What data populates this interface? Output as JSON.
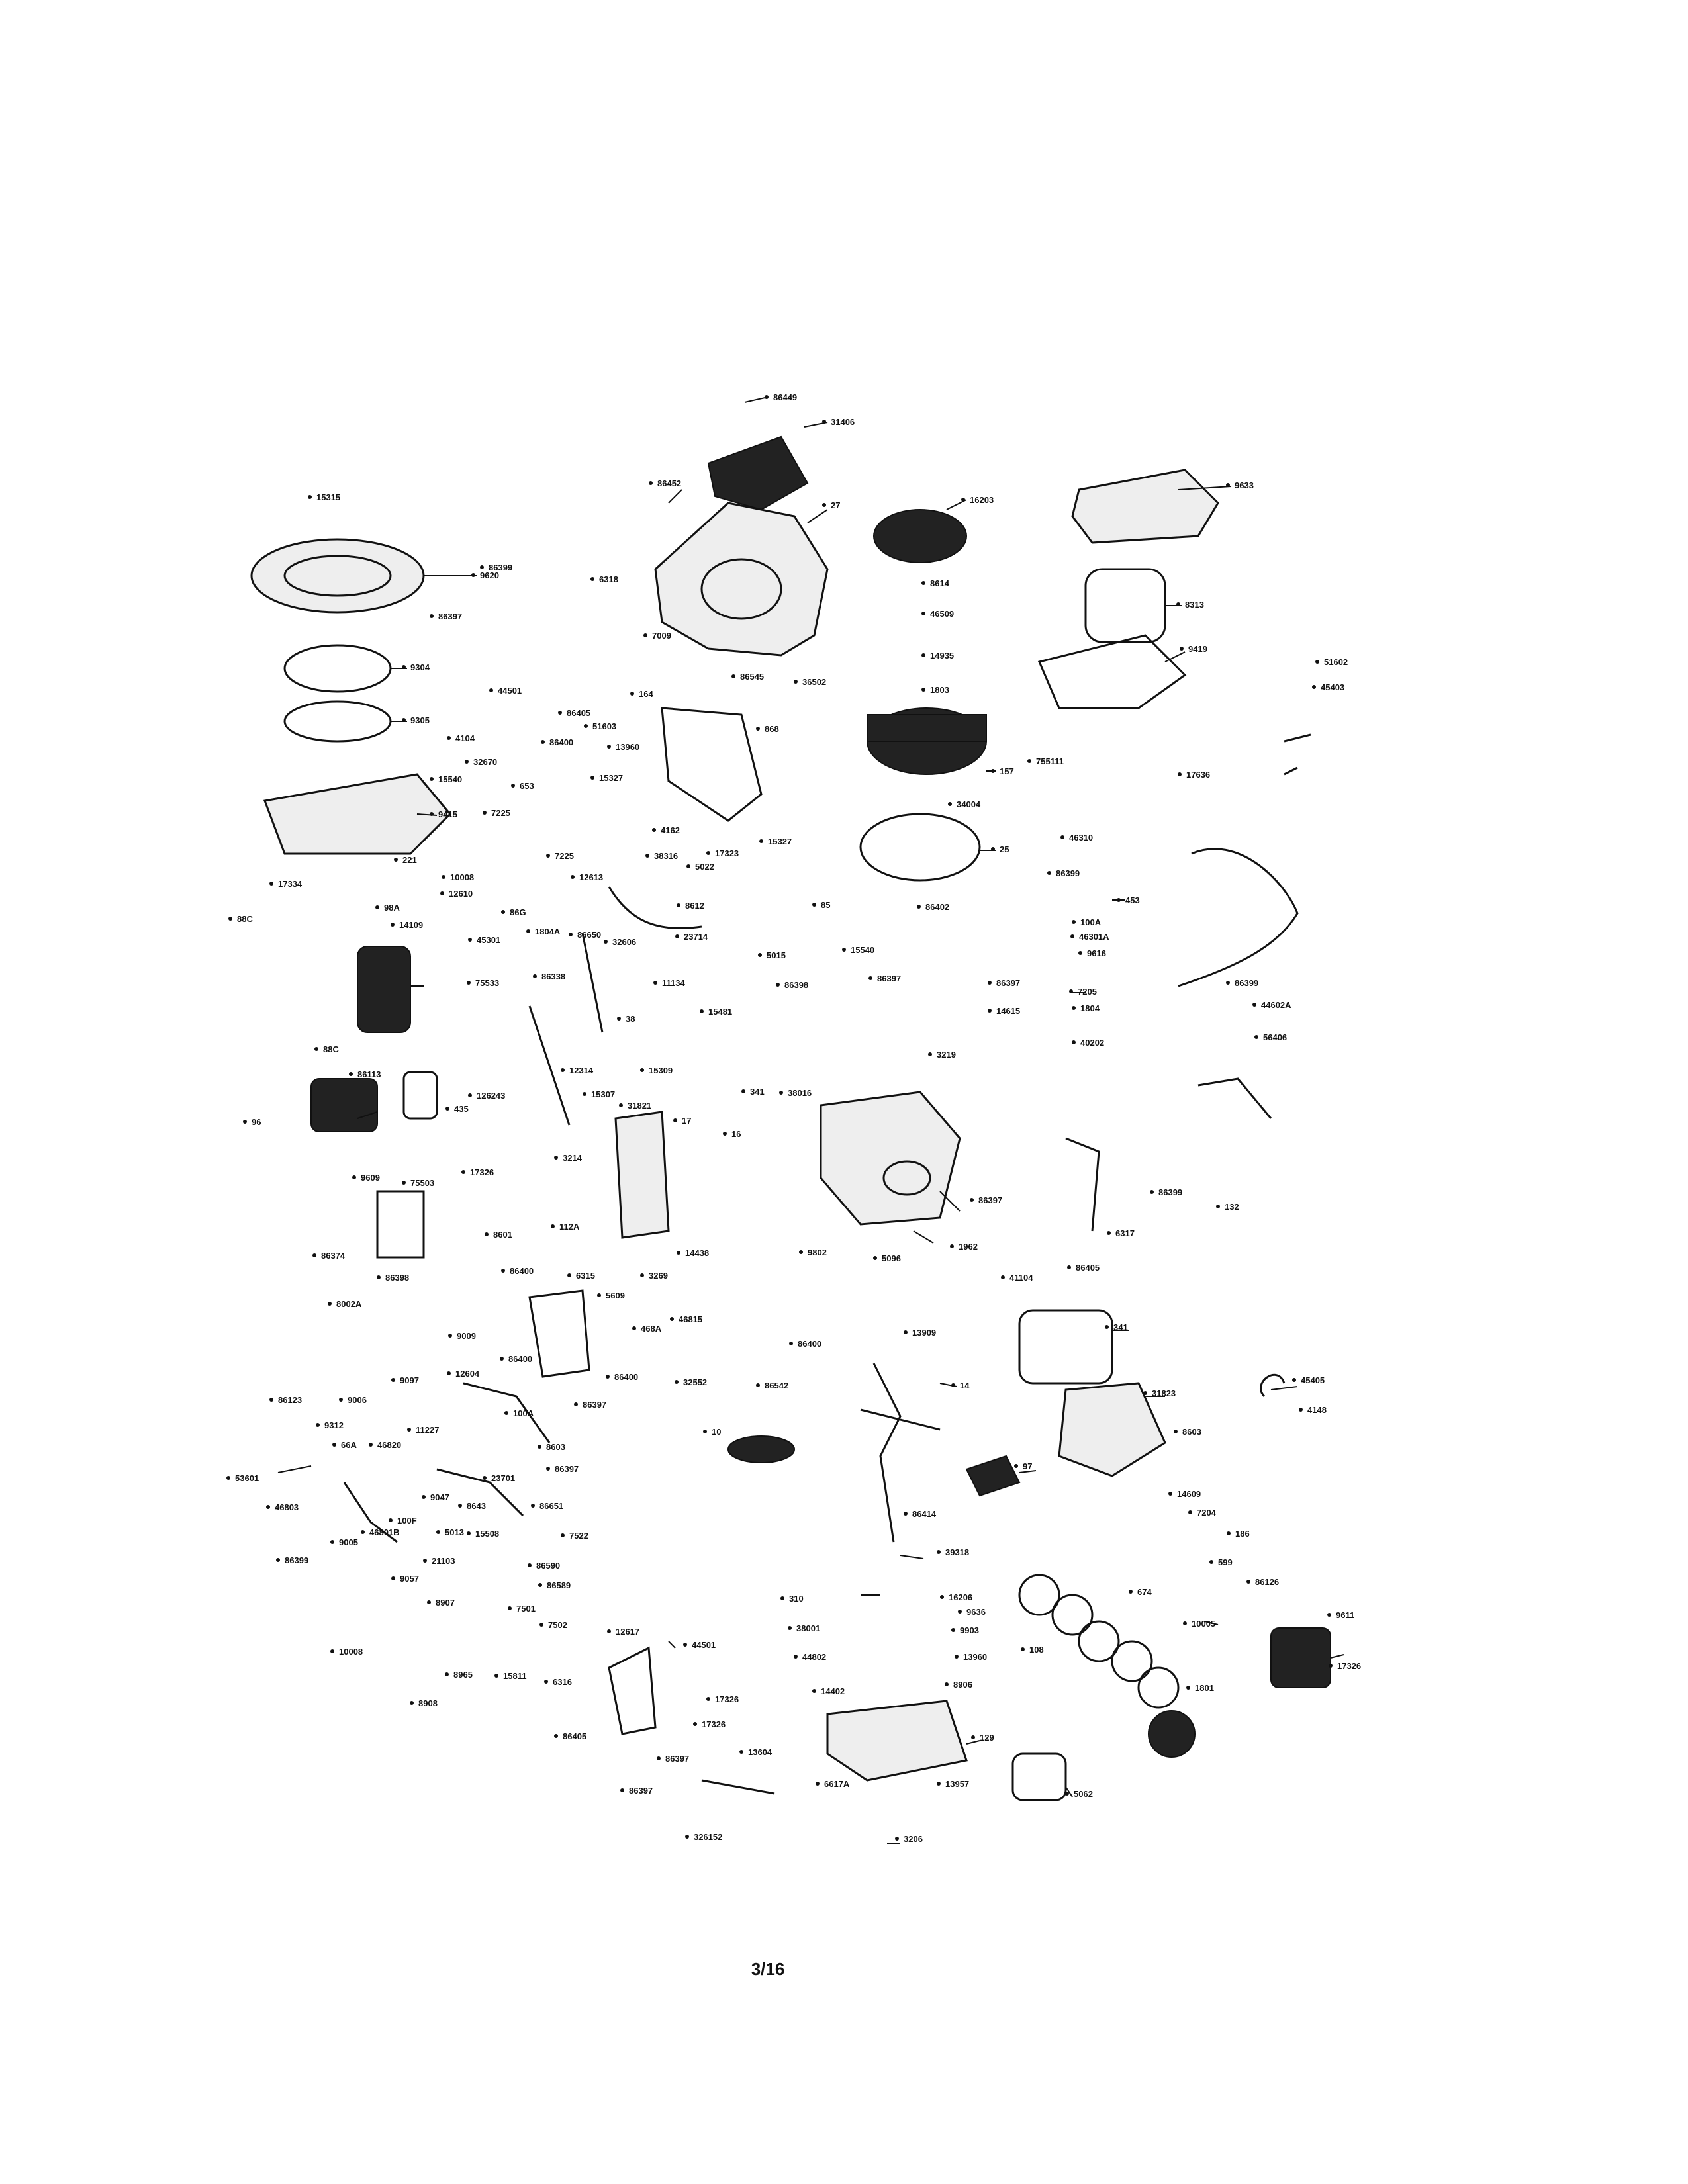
{
  "page_number": "3/16",
  "parts": [
    {
      "id": "p-86449",
      "label": "86449"
    },
    {
      "id": "p-31406",
      "label": "31406"
    },
    {
      "id": "p-86452",
      "label": "86452"
    },
    {
      "id": "p-27",
      "label": "27"
    },
    {
      "id": "p-16203",
      "label": "16203"
    },
    {
      "id": "p-9633",
      "label": "9633"
    },
    {
      "id": "p-15315",
      "label": "15315"
    },
    {
      "id": "p-9620",
      "label": "9620"
    },
    {
      "id": "p-86399-a",
      "label": "86399"
    },
    {
      "id": "p-6318",
      "label": "6318"
    },
    {
      "id": "p-8614",
      "label": "8614"
    },
    {
      "id": "p-8313",
      "label": "8313"
    },
    {
      "id": "p-86397-a",
      "label": "86397"
    },
    {
      "id": "p-46509",
      "label": "46509"
    },
    {
      "id": "p-9304",
      "label": "9304"
    },
    {
      "id": "p-7009",
      "label": "7009"
    },
    {
      "id": "p-14935",
      "label": "14935"
    },
    {
      "id": "p-9419",
      "label": "9419"
    },
    {
      "id": "p-51602",
      "label": "51602"
    },
    {
      "id": "p-44501-a",
      "label": "44501"
    },
    {
      "id": "p-86545",
      "label": "86545"
    },
    {
      "id": "p-36502",
      "label": "36502"
    },
    {
      "id": "p-1803",
      "label": "1803"
    },
    {
      "id": "p-45403",
      "label": "45403"
    },
    {
      "id": "p-9305",
      "label": "9305"
    },
    {
      "id": "p-86405-a",
      "label": "86405"
    },
    {
      "id": "p-164",
      "label": "164"
    },
    {
      "id": "p-868",
      "label": "868"
    },
    {
      "id": "p-4104",
      "label": "4104"
    },
    {
      "id": "p-86400-a",
      "label": "86400"
    },
    {
      "id": "p-51603",
      "label": "51603"
    },
    {
      "id": "p-32670",
      "label": "32670"
    },
    {
      "id": "p-13960-a",
      "label": "13960"
    },
    {
      "id": "p-157",
      "label": "157"
    },
    {
      "id": "p-755111",
      "label": "755111"
    },
    {
      "id": "p-15540",
      "label": "15540"
    },
    {
      "id": "p-653",
      "label": "653"
    },
    {
      "id": "p-15327-a",
      "label": "15327"
    },
    {
      "id": "p-17636",
      "label": "17636"
    },
    {
      "id": "p-34004",
      "label": "34004"
    },
    {
      "id": "p-7225-a",
      "label": "7225"
    },
    {
      "id": "p-9415",
      "label": "9415"
    },
    {
      "id": "p-4162",
      "label": "4162"
    },
    {
      "id": "p-15327-b",
      "label": "15327"
    },
    {
      "id": "p-25",
      "label": "25"
    },
    {
      "id": "p-46310",
      "label": "46310"
    },
    {
      "id": "p-221",
      "label": "221"
    },
    {
      "id": "p-7225-b",
      "label": "7225"
    },
    {
      "id": "p-17323",
      "label": "17323"
    },
    {
      "id": "p-38316",
      "label": "38316"
    },
    {
      "id": "p-5022",
      "label": "5022"
    },
    {
      "id": "p-17334",
      "label": "17334"
    },
    {
      "id": "p-10008",
      "label": "10008"
    },
    {
      "id": "p-12613",
      "label": "12613"
    },
    {
      "id": "p-86399-b",
      "label": "86399"
    },
    {
      "id": "p-12610",
      "label": "12610"
    },
    {
      "id": "p-8612",
      "label": "8612"
    },
    {
      "id": "p-453",
      "label": "453"
    },
    {
      "id": "p-98A",
      "label": "98A"
    },
    {
      "id": "p-86G",
      "label": "86G"
    },
    {
      "id": "p-85",
      "label": "85"
    },
    {
      "id": "p-86402",
      "label": "86402"
    },
    {
      "id": "p-88C",
      "label": "88C"
    },
    {
      "id": "p-1804A",
      "label": "1804A"
    },
    {
      "id": "p-86650",
      "label": "86650"
    },
    {
      "id": "p-14109",
      "label": "14109"
    },
    {
      "id": "p-45301",
      "label": "45301"
    },
    {
      "id": "p-32606",
      "label": "32606"
    },
    {
      "id": "p-23714",
      "label": "23714"
    },
    {
      "id": "p-5015",
      "label": "5015"
    },
    {
      "id": "p-15540-b",
      "label": "15540"
    },
    {
      "id": "p-75533",
      "label": "75533"
    },
    {
      "id": "p-100A-a",
      "label": "100A"
    },
    {
      "id": "p-86338",
      "label": "86338"
    },
    {
      "id": "p-11134",
      "label": "11134"
    },
    {
      "id": "p-86397-b",
      "label": "86397"
    },
    {
      "id": "p-86398",
      "label": "86398"
    },
    {
      "id": "p-86397-c",
      "label": "86397"
    },
    {
      "id": "p-46301A",
      "label": "46301A"
    },
    {
      "id": "p-9616",
      "label": "9616"
    },
    {
      "id": "p-38",
      "label": "38"
    },
    {
      "id": "p-15481",
      "label": "15481"
    },
    {
      "id": "p-86399-c",
      "label": "86399"
    },
    {
      "id": "p-14615",
      "label": "14615"
    },
    {
      "id": "p-7205",
      "label": "7205"
    },
    {
      "id": "p-44602A",
      "label": "44602A"
    },
    {
      "id": "p-1804",
      "label": "1804"
    },
    {
      "id": "p-88C-b",
      "label": "88C"
    },
    {
      "id": "p-86113",
      "label": "86113"
    },
    {
      "id": "p-12314",
      "label": "12314"
    },
    {
      "id": "p-15309",
      "label": "15309"
    },
    {
      "id": "p-40202",
      "label": "40202"
    },
    {
      "id": "p-56406",
      "label": "56406"
    },
    {
      "id": "p-126243",
      "label": "126243"
    },
    {
      "id": "p-435",
      "label": "435"
    },
    {
      "id": "p-3219",
      "label": "3219"
    },
    {
      "id": "p-15307",
      "label": "15307"
    },
    {
      "id": "p-96",
      "label": "96"
    },
    {
      "id": "p-341-a",
      "label": "341"
    },
    {
      "id": "p-38016",
      "label": "38016"
    },
    {
      "id": "p-31821",
      "label": "31821"
    },
    {
      "id": "p-17",
      "label": "17"
    },
    {
      "id": "p-16",
      "label": "16"
    },
    {
      "id": "p-3214",
      "label": "3214"
    },
    {
      "id": "p-86399-d",
      "label": "86399"
    },
    {
      "id": "p-132",
      "label": "132"
    },
    {
      "id": "p-9609",
      "label": "9609"
    },
    {
      "id": "p-75503",
      "label": "75503"
    },
    {
      "id": "p-17326-a",
      "label": "17326"
    },
    {
      "id": "p-86397-d",
      "label": "86397"
    },
    {
      "id": "p-6317",
      "label": "6317"
    },
    {
      "id": "p-112A",
      "label": "112A"
    },
    {
      "id": "p-8601",
      "label": "8601"
    },
    {
      "id": "p-5096",
      "label": "5096"
    },
    {
      "id": "p-86374",
      "label": "86374"
    },
    {
      "id": "p-14438",
      "label": "14438"
    },
    {
      "id": "p-9802",
      "label": "9802"
    },
    {
      "id": "p-1962",
      "label": "1962"
    },
    {
      "id": "p-86405-b",
      "label": "86405"
    },
    {
      "id": "p-86398-b",
      "label": "86398"
    },
    {
      "id": "p-86400-b",
      "label": "86400"
    },
    {
      "id": "p-6315",
      "label": "6315"
    },
    {
      "id": "p-3269",
      "label": "3269"
    },
    {
      "id": "p-41104",
      "label": "41104"
    },
    {
      "id": "p-8002A",
      "label": "8002A"
    },
    {
      "id": "p-5609",
      "label": "5609"
    },
    {
      "id": "p-468A",
      "label": "468A"
    },
    {
      "id": "p-46815",
      "label": "46815"
    },
    {
      "id": "p-86400-c",
      "label": "86400"
    },
    {
      "id": "p-341-b",
      "label": "341"
    },
    {
      "id": "p-9009",
      "label": "9009"
    },
    {
      "id": "p-86400-d",
      "label": "86400"
    },
    {
      "id": "p-13909",
      "label": "13909"
    },
    {
      "id": "p-9097",
      "label": "9097"
    },
    {
      "id": "p-86400-e",
      "label": "86400"
    },
    {
      "id": "p-32552",
      "label": "32552"
    },
    {
      "id": "p-9006",
      "label": "9006"
    },
    {
      "id": "p-12604",
      "label": "12604"
    },
    {
      "id": "p-86397-e",
      "label": "86397"
    },
    {
      "id": "p-86542",
      "label": "86542"
    },
    {
      "id": "p-14",
      "label": "14"
    },
    {
      "id": "p-45405",
      "label": "45405"
    },
    {
      "id": "p-86123",
      "label": "86123"
    },
    {
      "id": "p-9312",
      "label": "9312"
    },
    {
      "id": "p-100A-b",
      "label": "100A"
    },
    {
      "id": "p-31823",
      "label": "31823"
    },
    {
      "id": "p-4148",
      "label": "4148"
    },
    {
      "id": "p-11227",
      "label": "11227"
    },
    {
      "id": "p-10",
      "label": "10"
    },
    {
      "id": "p-8603",
      "label": "8603"
    },
    {
      "id": "p-66A",
      "label": "66A"
    },
    {
      "id": "p-46820",
      "label": "46820"
    },
    {
      "id": "p-8603-b",
      "label": "8603"
    },
    {
      "id": "p-53601",
      "label": "53601"
    },
    {
      "id": "p-9047",
      "label": "9047"
    },
    {
      "id": "p-23701",
      "label": "23701"
    },
    {
      "id": "p-86397-f",
      "label": "86397"
    },
    {
      "id": "p-97",
      "label": "97"
    },
    {
      "id": "p-8643",
      "label": "8643"
    },
    {
      "id": "p-46803",
      "label": "46803"
    },
    {
      "id": "p-100F",
      "label": "100F"
    },
    {
      "id": "p-86651",
      "label": "86651"
    },
    {
      "id": "p-14609",
      "label": "14609"
    },
    {
      "id": "p-46801B",
      "label": "46801B"
    },
    {
      "id": "p-9005",
      "label": "9005"
    },
    {
      "id": "p-5013",
      "label": "5013"
    },
    {
      "id": "p-86414",
      "label": "86414"
    },
    {
      "id": "p-7204",
      "label": "7204"
    },
    {
      "id": "p-86399-e",
      "label": "86399"
    },
    {
      "id": "p-15508",
      "label": "15508"
    },
    {
      "id": "p-7522",
      "label": "7522"
    },
    {
      "id": "p-39318",
      "label": "39318"
    },
    {
      "id": "p-186",
      "label": "186"
    },
    {
      "id": "p-21103",
      "label": "21103"
    },
    {
      "id": "p-86590",
      "label": "86590"
    },
    {
      "id": "p-9057",
      "label": "9057"
    },
    {
      "id": "p-674",
      "label": "674"
    },
    {
      "id": "p-599",
      "label": "599"
    },
    {
      "id": "p-86589",
      "label": "86589"
    },
    {
      "id": "p-8907",
      "label": "8907"
    },
    {
      "id": "p-7501",
      "label": "7501"
    },
    {
      "id": "p-310",
      "label": "310"
    },
    {
      "id": "p-16206",
      "label": "16206"
    },
    {
      "id": "p-86126",
      "label": "86126"
    },
    {
      "id": "p-7502",
      "label": "7502"
    },
    {
      "id": "p-12617",
      "label": "12617"
    },
    {
      "id": "p-38001",
      "label": "38001"
    },
    {
      "id": "p-9636",
      "label": "9636"
    },
    {
      "id": "p-9903",
      "label": "9903"
    },
    {
      "id": "p-10005",
      "label": "10005"
    },
    {
      "id": "p-9611",
      "label": "9611"
    },
    {
      "id": "p-10008-b",
      "label": "10008"
    },
    {
      "id": "p-108",
      "label": "108"
    },
    {
      "id": "p-8965",
      "label": "8965"
    },
    {
      "id": "p-15811",
      "label": "15811"
    },
    {
      "id": "p-6316",
      "label": "6316"
    },
    {
      "id": "p-44501-b",
      "label": "44501"
    },
    {
      "id": "p-44802",
      "label": "44802"
    },
    {
      "id": "p-13960-b",
      "label": "13960"
    },
    {
      "id": "p-17326-b",
      "label": "17326"
    },
    {
      "id": "p-8908",
      "label": "8908"
    },
    {
      "id": "p-8906",
      "label": "8906"
    },
    {
      "id": "p-14402",
      "label": "14402"
    },
    {
      "id": "p-1801",
      "label": "1801"
    },
    {
      "id": "p-17326-c",
      "label": "17326"
    },
    {
      "id": "p-86405-c",
      "label": "86405"
    },
    {
      "id": "p-17326-d",
      "label": "17326"
    },
    {
      "id": "p-129",
      "label": "129"
    },
    {
      "id": "p-13604",
      "label": "13604"
    },
    {
      "id": "p-86397-g",
      "label": "86397"
    },
    {
      "id": "p-13957",
      "label": "13957"
    },
    {
      "id": "p-5062",
      "label": "5062"
    },
    {
      "id": "p-86397-h",
      "label": "86397"
    },
    {
      "id": "p-6617A",
      "label": "6617A"
    },
    {
      "id": "p-326152",
      "label": "326152"
    },
    {
      "id": "p-3206",
      "label": "3206"
    }
  ]
}
